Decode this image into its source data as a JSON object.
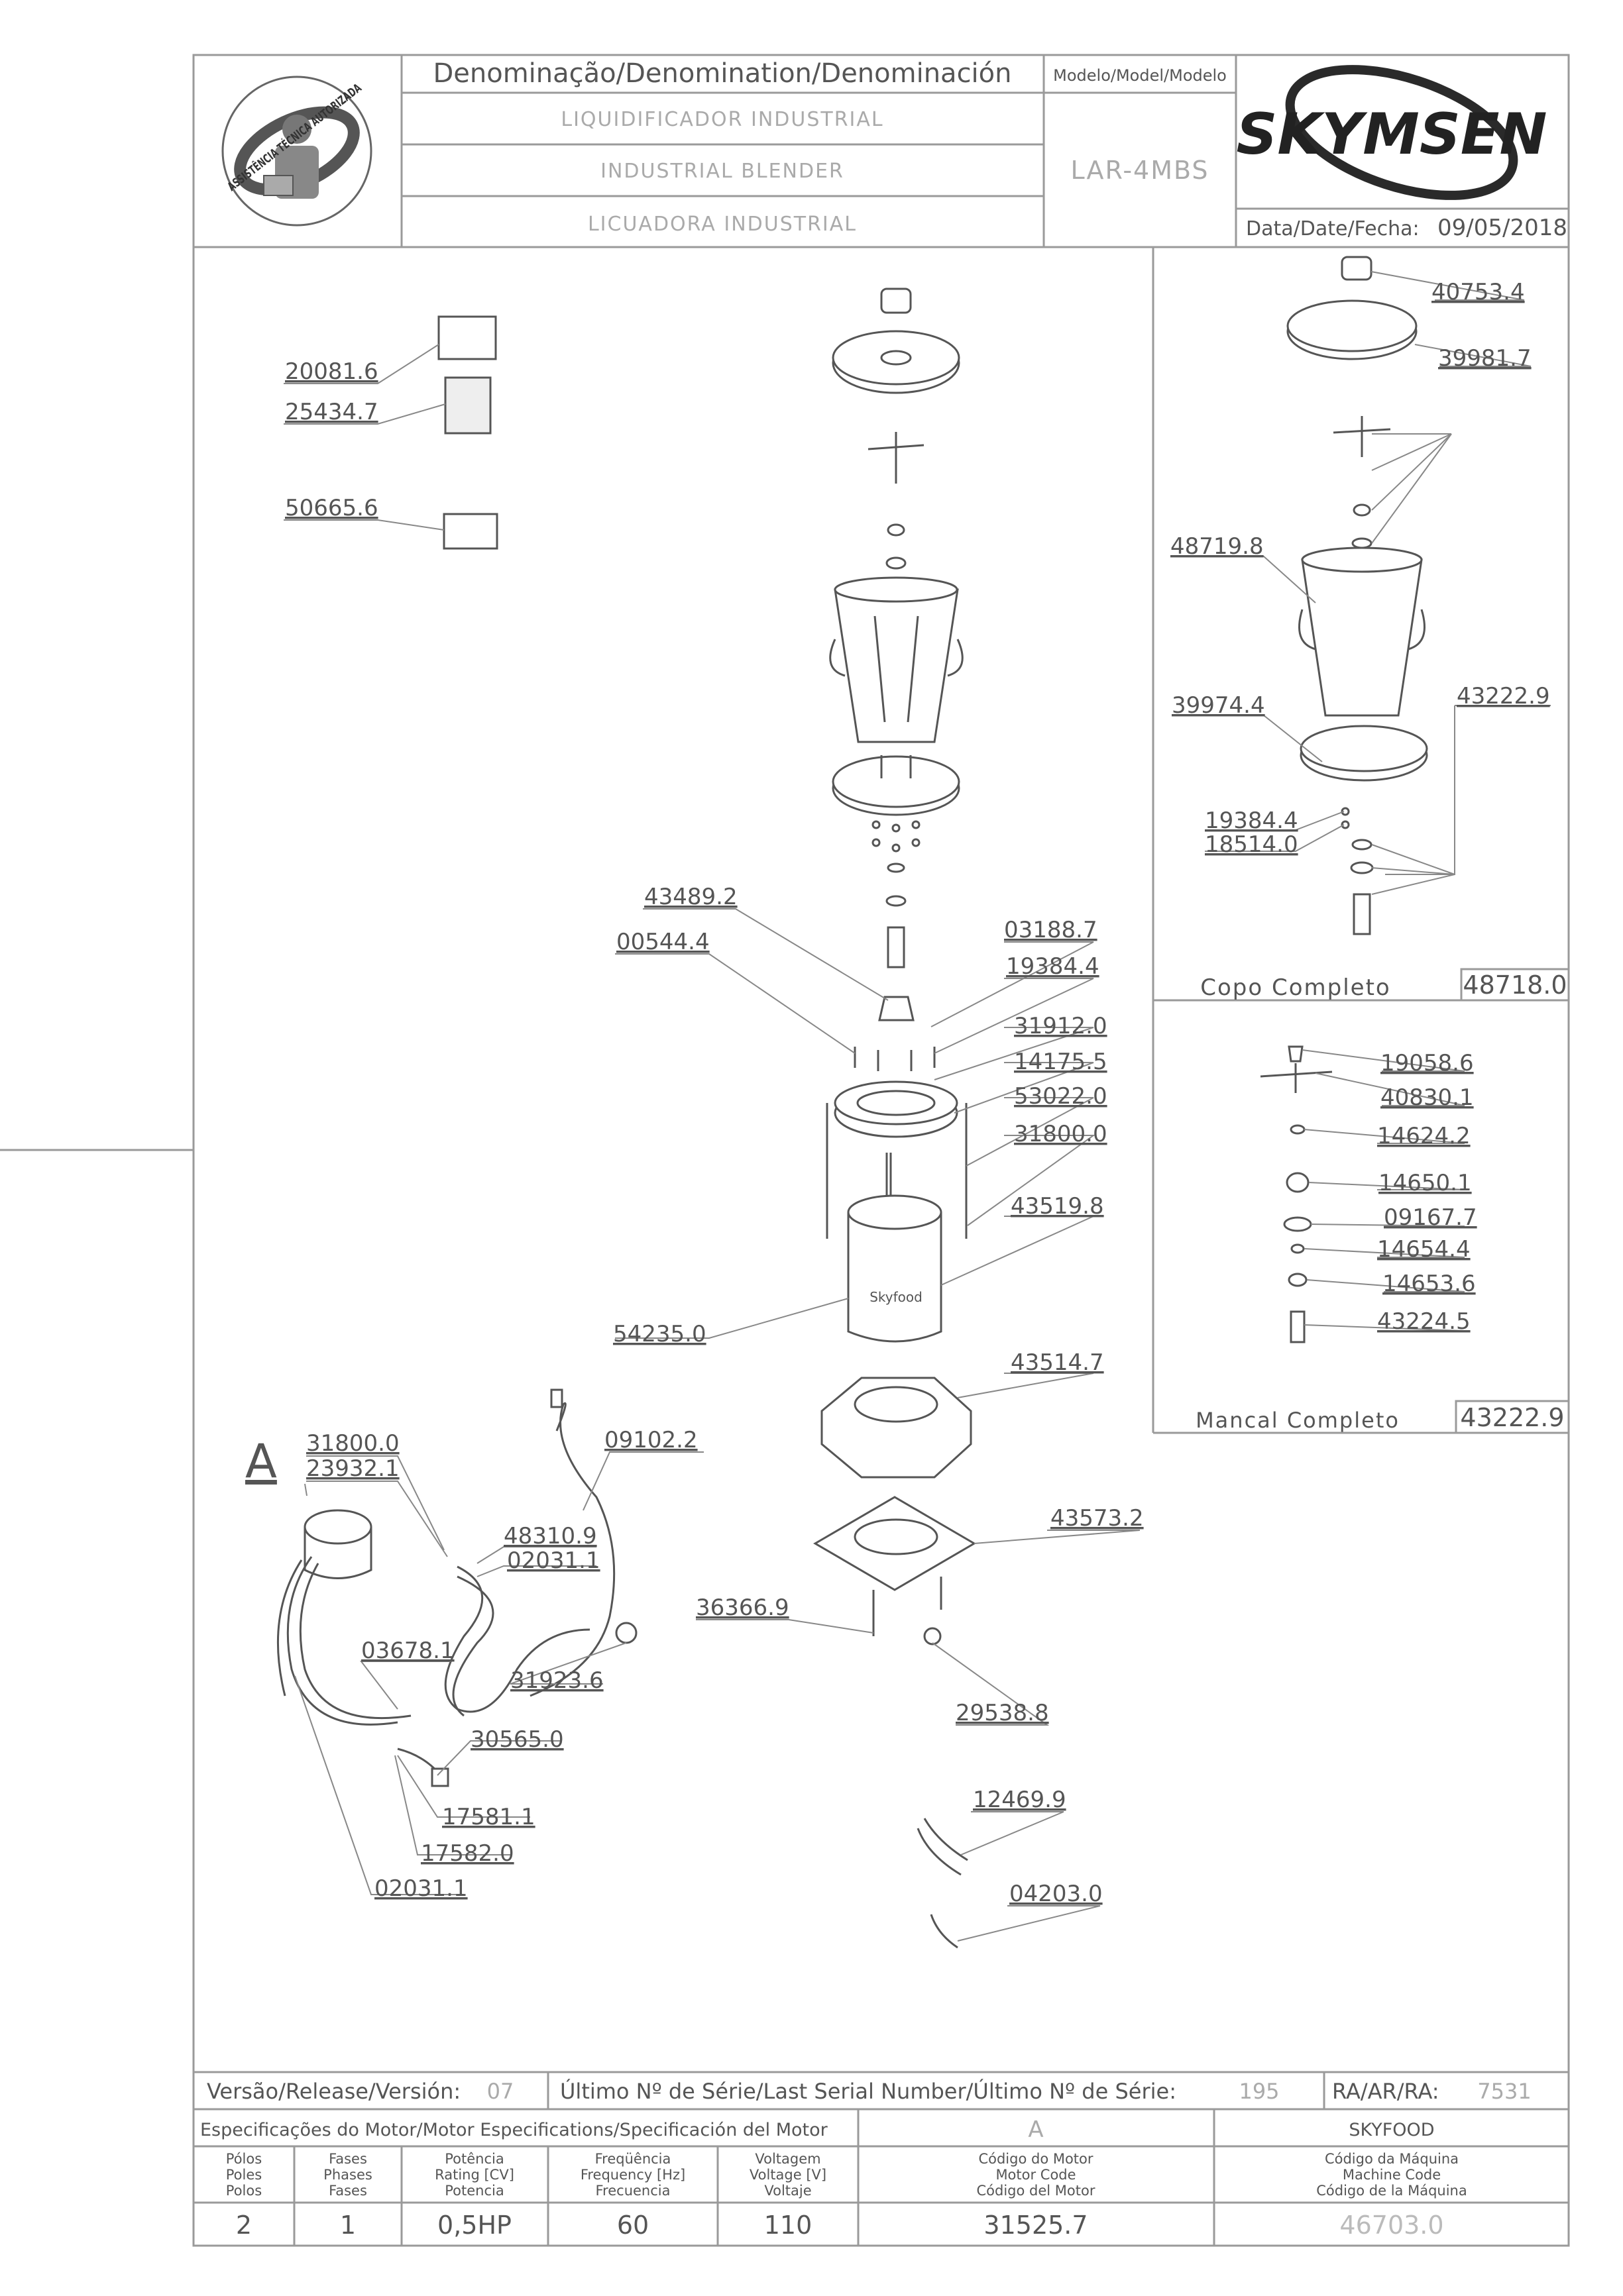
{
  "header": {
    "denomination_label": "Denominação/Denomination/Denominación",
    "name_pt": "LIQUIDIFICADOR INDUSTRIAL",
    "name_en": "INDUSTRIAL BLENDER",
    "name_es": "LICUADORA INDUSTRIAL",
    "model_label": "Modelo/Model/Modelo",
    "model_value": "LAR-4MBS",
    "date_label": "Data/Date/Fecha:",
    "date_value": "09/05/2018",
    "logo_text": "SKYMSEN",
    "seal_text": "ASSISTÊNCIA TÉCNICA AUTORIZADA"
  },
  "main_parts": [
    {
      "code": "20081.6"
    },
    {
      "code": "25434.7"
    },
    {
      "code": "50665.6"
    },
    {
      "code": "43489.2"
    },
    {
      "code": "00544.4"
    },
    {
      "code": "03188.7"
    },
    {
      "code": "19384.4"
    },
    {
      "code": "31912.0"
    },
    {
      "code": "14175.5"
    },
    {
      "code": "53022.0"
    },
    {
      "code": "31800.0"
    },
    {
      "code": "43519.8"
    },
    {
      "code": "54235.0"
    },
    {
      "code": "43514.7"
    },
    {
      "code": "43573.2"
    },
    {
      "code": "36366.9"
    },
    {
      "code": "29538.8"
    },
    {
      "code": "12469.9"
    },
    {
      "code": "04203.0"
    }
  ],
  "wiring": {
    "view_letter": "A",
    "parts": [
      {
        "code": "31800.0"
      },
      {
        "code": "23932.1"
      },
      {
        "code": "09102.2"
      },
      {
        "code": "48310.9"
      },
      {
        "code": "02031.1"
      },
      {
        "code": "03678.1"
      },
      {
        "code": "31923.6"
      },
      {
        "code": "30565.0"
      },
      {
        "code": "17581.1"
      },
      {
        "code": "17582.0"
      },
      {
        "code": "02031.1"
      }
    ]
  },
  "copo": {
    "title": "Copo Completo",
    "code": "48718.0",
    "parts": [
      {
        "code": "40753.4"
      },
      {
        "code": "39981.7"
      },
      {
        "code": "48719.8"
      },
      {
        "code": "43222.9"
      },
      {
        "code": "39974.4"
      },
      {
        "code": "19384.4"
      },
      {
        "code": "18514.0"
      }
    ]
  },
  "mancal": {
    "title": "Mancal Completo",
    "code": "43222.9",
    "parts": [
      {
        "code": "19058.6"
      },
      {
        "code": "40830.1"
      },
      {
        "code": "14624.2"
      },
      {
        "code": "14650.1"
      },
      {
        "code": "09167.7"
      },
      {
        "code": "14654.4"
      },
      {
        "code": "14653.6"
      },
      {
        "code": "43224.5"
      }
    ]
  },
  "footer": {
    "version_label": "Versão/Release/Versión:",
    "version_value": "07",
    "serial_label": "Último Nº de Série/Last Serial Number/Último Nº de Série:",
    "serial_value": "195",
    "ra_label": "RA/AR/RA:",
    "ra_value": "7531",
    "motor_spec_label": "Especificações do Motor/Motor Especifications/Specificación del Motor",
    "motor_letter": "A",
    "brand": "SKYFOOD",
    "poles_labels": [
      "Pólos",
      "Poles",
      "Polos"
    ],
    "phases_labels": [
      "Fases",
      "Phases",
      "Fases"
    ],
    "power_labels": [
      "Potência",
      "Rating [CV]",
      "Potencia"
    ],
    "freq_labels": [
      "Freqüência",
      "Frequency [Hz]",
      "Frecuencia"
    ],
    "voltage_labels": [
      "Voltagem",
      "Voltage [V]",
      "Voltaje"
    ],
    "motor_code_labels": [
      "Código do Motor",
      "Motor Code",
      "Código del Motor"
    ],
    "machine_code_labels": [
      "Código da Máquina",
      "Machine Code",
      "Código de la Máquina"
    ],
    "poles": "2",
    "phases": "1",
    "power": "0,5HP",
    "frequency": "60",
    "voltage": "110",
    "motor_code": "31525.7",
    "machine_code": "46703.0"
  }
}
